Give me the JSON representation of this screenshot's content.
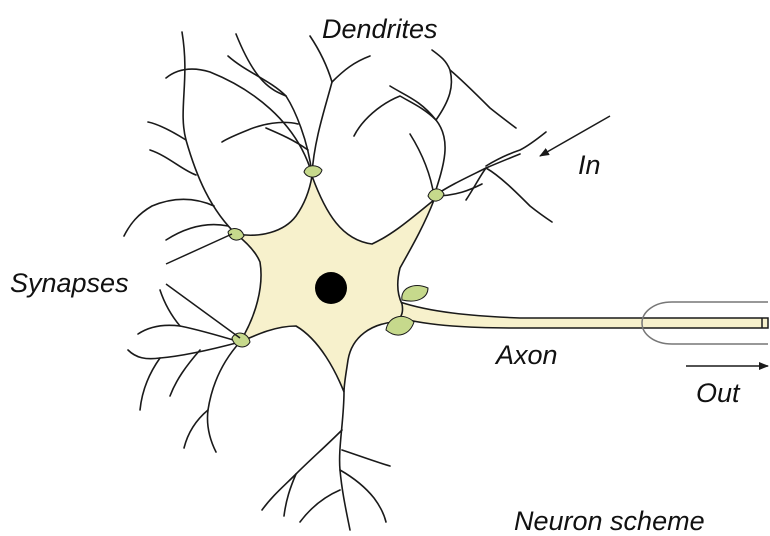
{
  "labels": {
    "dendrites": "Dendrites",
    "in": "In",
    "synapses": "Synapses",
    "axon": "Axon",
    "out": "Out",
    "caption": "Neuron scheme"
  },
  "colors": {
    "soma_fill": "#f7f1cc",
    "synapse_fill": "#c6d98c",
    "nucleus_fill": "#000000",
    "line": "#1a1a1a"
  }
}
